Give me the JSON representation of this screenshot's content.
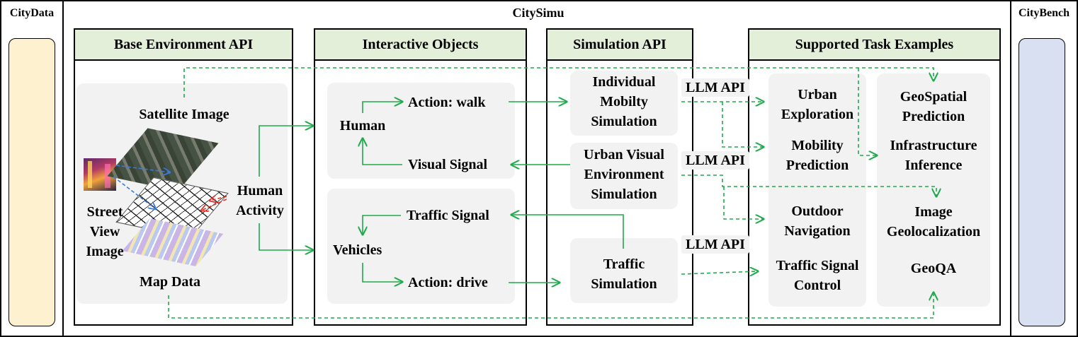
{
  "citydata": {
    "title": "CityData"
  },
  "citysimu": {
    "title": "CitySimu"
  },
  "citybench": {
    "title": "CityBench"
  },
  "columns": {
    "base_env": "Base Environment API",
    "interactive": "Interactive Objects",
    "simulation": "Simulation API",
    "tasks": "Supported Task Examples"
  },
  "base_env": {
    "satellite": "Satellite Image",
    "street_view": "Street View Image",
    "human_activity": "Human Activity",
    "map_data": "Map Data"
  },
  "interactive": {
    "human": "Human",
    "action_walk": "Action: walk",
    "visual_signal": "Visual Signal",
    "vehicles": "Vehicles",
    "traffic_signal": "Traffic Signal",
    "action_drive": "Action: drive"
  },
  "simulation": {
    "individual": "Individual Mobilty Simulation",
    "urban_visual": "Urban Visual Environment Simulation",
    "traffic": "Traffic Simulation"
  },
  "llm_api": "LLM API",
  "tasks_left": {
    "urban_exploration": "Urban Exploration",
    "mobility_prediction": "Mobility Prediction",
    "outdoor_navigation": "Outdoor Navigation",
    "traffic_signal_control": "Traffic Signal Control"
  },
  "tasks_right": {
    "geospatial": "GeoSpatial Prediction",
    "infrastructure": "Infrastructure Inference",
    "image_geo": "Image Geolocalization",
    "geoqa": "GeoQA"
  },
  "colors": {
    "arrow_green": "#1faa4b",
    "header_green": "#e3efd9",
    "panel_gray": "#f2f2f2",
    "citydata_fill": "#fdf1cf",
    "citybench_fill": "#d9e0f2",
    "red_dash": "#e0342b",
    "blue_dash": "#3b7bd8"
  }
}
